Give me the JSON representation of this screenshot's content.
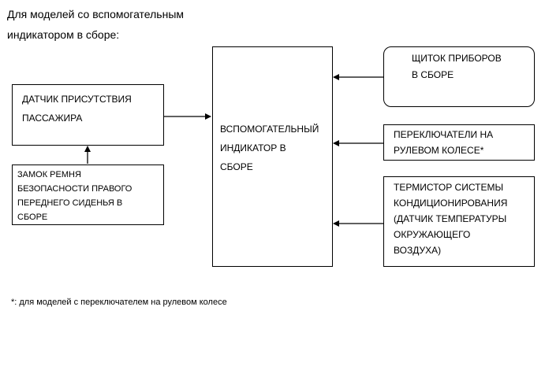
{
  "header": {
    "line1": "Для моделей со вспомогательным",
    "line2": "индикатором в сборе:"
  },
  "boxes": {
    "occupant_sensor": "ДАТЧИК ПРИСУТСТВИЯ\nПАССАЖИРА",
    "seat_belt_buckle": "ЗАМОК РЕМНЯ\nБЕЗОПАСНОСТИ ПРАВОГО\nПЕРЕДНЕГО СИДЕНЬЯ В\nСБОРЕ",
    "sub_indicator": "ВСПОМОГАТЕЛЬНЫЙ\nИНДИКАТОР В\nСБОРЕ",
    "combination_meter": "ЩИТОК ПРИБОРОВ\nВ СБОРЕ",
    "steering_switches": "ПЕРЕКЛЮЧАТЕЛИ НА\nРУЛЕВОМ КОЛЕСЕ*",
    "ac_thermistor": "ТЕРМИСТОР СИСТЕМЫ\nКОНДИЦИОНИРОВАНИЯ\n(ДАТЧИК ТЕМПЕРАТУРЫ\nОКРУЖАЮЩЕГО\nВОЗДУХА)"
  },
  "footnote": "*: для моделей с переключателем на рулевом колесе"
}
